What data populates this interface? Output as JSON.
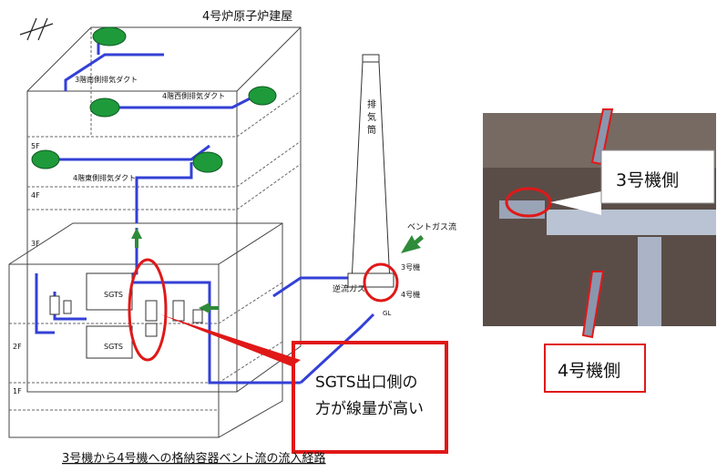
{
  "building_title": "4号炉原子炉建屋",
  "duct_labels": {
    "south_3f": "3階南側排気ダクト",
    "west_4f": "4階西側排気ダクト",
    "east_4f": "4階東側排気ダクト"
  },
  "floor_labels": [
    "5F",
    "4F",
    "3F",
    "2F",
    "1F"
  ],
  "equipment_labels": [
    "SGTS",
    "SGTS"
  ],
  "stack_label": "排気筒",
  "vent_gas_flow_label": "ベントガス流",
  "backflow_label": "逆流ガス",
  "unit3_line_label": "3号機",
  "unit4_line_label": "4号機",
  "ground_label": "GL",
  "callout_text_line1": "SGTS出口側の",
  "callout_text_line2": "方が線量が高い",
  "photo_label_unit3": "3号機側",
  "photo_label_unit4": "4号機側",
  "caption": "3号機から4号機への格納容器ベント流の流入経路",
  "colors": {
    "duct": "#3340d6",
    "highlight": "#e01818",
    "leak_cloud": "#1e9a3a",
    "flow_arrow": "#2e8b3a"
  }
}
